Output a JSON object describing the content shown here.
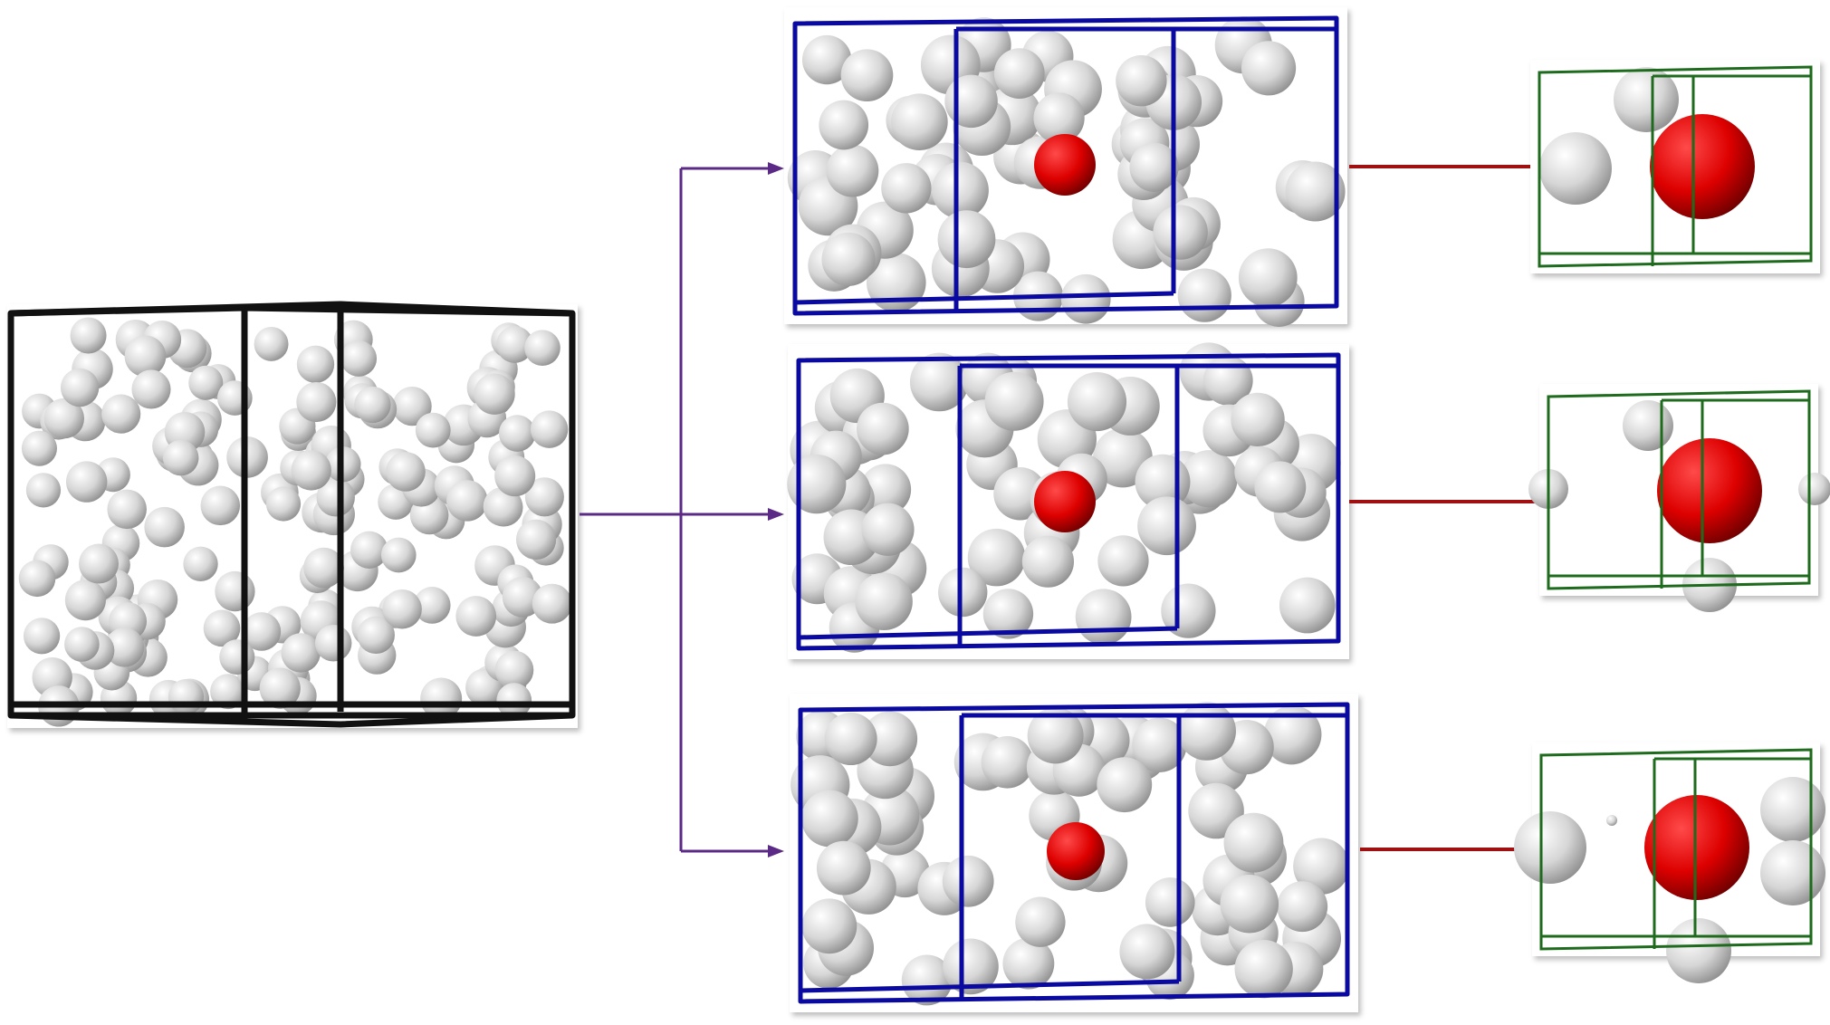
{
  "colors": {
    "background": "#ffffff",
    "main_box": "#111111",
    "sub_box": "#0a0aa0",
    "local_box": "#1e6b1e",
    "arrow": "#5b2a86",
    "connector": "#a01010",
    "particle": "#d8d8d8",
    "highlight_particle": "#e00000",
    "panel_shadow": "#c8c8c8"
  },
  "diagram": {
    "main_box": {
      "label": "",
      "particle_count": 160
    },
    "sub_boxes": [
      {
        "label": "",
        "particle_count": 60
      },
      {
        "label": "",
        "particle_count": 58
      },
      {
        "label": "",
        "particle_count": 58
      }
    ],
    "local_boxes": [
      {
        "label": "",
        "particle_count": 2
      },
      {
        "label": "",
        "particle_count": 4
      },
      {
        "label": "",
        "particle_count": 5
      }
    ]
  }
}
